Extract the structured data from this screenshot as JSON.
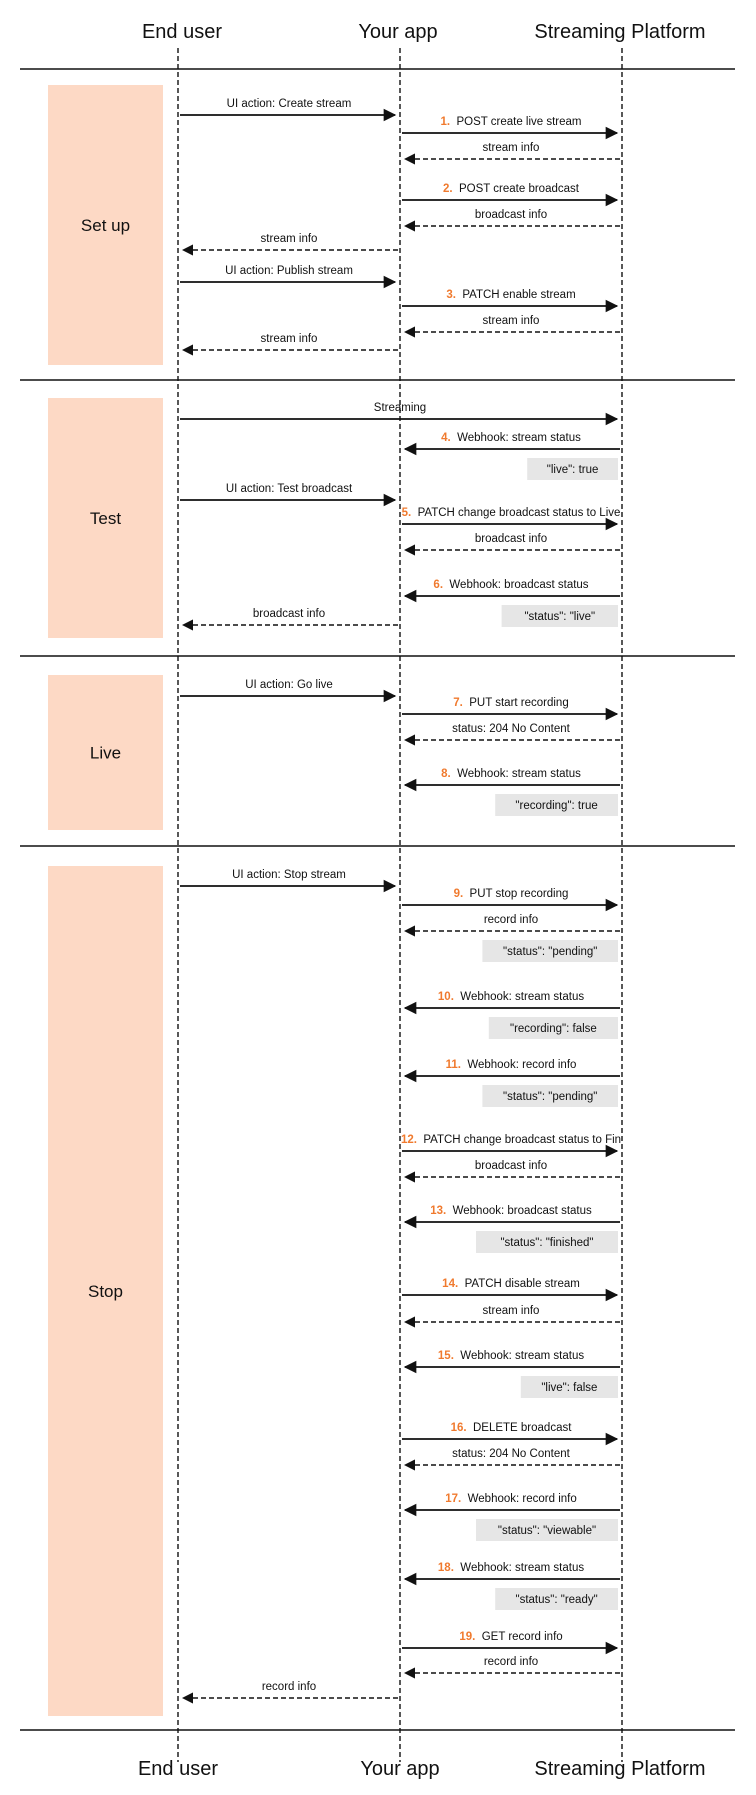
{
  "actors": [
    "End user",
    "Your app",
    "Streaming Platform"
  ],
  "colors": {
    "phase_fill": "#fdd9c5",
    "accent": "#f07a2e",
    "note_fill": "#e6e6e6",
    "line": "#111111"
  },
  "phases": [
    {
      "name": "Set up",
      "messages": [
        {
          "from": 0,
          "to": 1,
          "label": "UI action: Create stream",
          "kind": "call"
        },
        {
          "from": 1,
          "to": 2,
          "num": "1.",
          "label": "POST create live stream",
          "kind": "call"
        },
        {
          "from": 2,
          "to": 1,
          "label": "stream info",
          "kind": "return"
        },
        {
          "from": 1,
          "to": 2,
          "num": "2.",
          "label": "POST create broadcast",
          "kind": "call"
        },
        {
          "from": 2,
          "to": 1,
          "label": "broadcast info",
          "kind": "return"
        },
        {
          "from": 1,
          "to": 0,
          "label": "stream info",
          "kind": "return"
        },
        {
          "from": 0,
          "to": 1,
          "label": "UI action: Publish stream",
          "kind": "call"
        },
        {
          "from": 1,
          "to": 2,
          "num": "3.",
          "label": "PATCH enable stream",
          "kind": "call"
        },
        {
          "from": 2,
          "to": 1,
          "label": "stream info",
          "kind": "return"
        },
        {
          "from": 1,
          "to": 0,
          "label": "stream info",
          "kind": "return"
        }
      ]
    },
    {
      "name": "Test",
      "messages": [
        {
          "from": 0,
          "to": 2,
          "label": "Streaming",
          "kind": "call"
        },
        {
          "from": 2,
          "to": 1,
          "num": "4.",
          "label": "Webhook: stream status",
          "kind": "call",
          "note": "\"live\": true"
        },
        {
          "from": 0,
          "to": 1,
          "label": "UI action: Test broadcast",
          "kind": "call"
        },
        {
          "from": 1,
          "to": 2,
          "num": "5.",
          "label": "PATCH change broadcast status to Live",
          "kind": "call"
        },
        {
          "from": 2,
          "to": 1,
          "label": "broadcast info",
          "kind": "return"
        },
        {
          "from": 2,
          "to": 1,
          "num": "6.",
          "label": "Webhook: broadcast status",
          "kind": "call",
          "note": "\"status\": \"live\""
        },
        {
          "from": 1,
          "to": 0,
          "label": "broadcast info",
          "kind": "return"
        }
      ]
    },
    {
      "name": "Live",
      "messages": [
        {
          "from": 0,
          "to": 1,
          "label": "UI action: Go live",
          "kind": "call"
        },
        {
          "from": 1,
          "to": 2,
          "num": "7.",
          "label": "PUT start recording",
          "kind": "call"
        },
        {
          "from": 2,
          "to": 1,
          "label": "status: 204 No Content",
          "kind": "return"
        },
        {
          "from": 2,
          "to": 1,
          "num": "8.",
          "label": "Webhook: stream status",
          "kind": "call",
          "note": "\"recording\": true"
        }
      ]
    },
    {
      "name": "Stop",
      "messages": [
        {
          "from": 0,
          "to": 1,
          "label": "UI action: Stop stream",
          "kind": "call"
        },
        {
          "from": 1,
          "to": 2,
          "num": "9.",
          "label": "PUT stop recording",
          "kind": "call"
        },
        {
          "from": 2,
          "to": 1,
          "label": "record info",
          "kind": "return",
          "note": "\"status\": \"pending\""
        },
        {
          "from": 2,
          "to": 1,
          "num": "10.",
          "label": "Webhook: stream status",
          "kind": "call",
          "note": "\"recording\": false"
        },
        {
          "from": 2,
          "to": 1,
          "num": "11.",
          "label": "Webhook: record info",
          "kind": "call",
          "note": "\"status\": \"pending\""
        },
        {
          "from": 1,
          "to": 2,
          "num": "12.",
          "label": "PATCH change broadcast status to Fin",
          "kind": "call"
        },
        {
          "from": 2,
          "to": 1,
          "label": "broadcast info",
          "kind": "return"
        },
        {
          "from": 2,
          "to": 1,
          "num": "13.",
          "label": "Webhook: broadcast status",
          "kind": "call",
          "note": "\"status\": \"finished\""
        },
        {
          "from": 1,
          "to": 2,
          "num": "14.",
          "label": "PATCH disable stream",
          "kind": "call"
        },
        {
          "from": 2,
          "to": 1,
          "label": "stream info",
          "kind": "return"
        },
        {
          "from": 2,
          "to": 1,
          "num": "15.",
          "label": "Webhook: stream status",
          "kind": "call",
          "note": "\"live\": false"
        },
        {
          "from": 1,
          "to": 2,
          "num": "16.",
          "label": "DELETE broadcast",
          "kind": "call"
        },
        {
          "from": 2,
          "to": 1,
          "label": "status: 204 No Content",
          "kind": "return"
        },
        {
          "from": 2,
          "to": 1,
          "num": "17.",
          "label": "Webhook: record info",
          "kind": "call",
          "note": "\"status\": \"viewable\""
        },
        {
          "from": 2,
          "to": 1,
          "num": "18.",
          "label": "Webhook: stream status",
          "kind": "call",
          "note": "\"status\": \"ready\""
        },
        {
          "from": 1,
          "to": 2,
          "num": "19.",
          "label": "GET record info",
          "kind": "call"
        },
        {
          "from": 2,
          "to": 1,
          "label": "record info",
          "kind": "return"
        },
        {
          "from": 1,
          "to": 0,
          "label": "record info",
          "kind": "return"
        }
      ]
    }
  ]
}
